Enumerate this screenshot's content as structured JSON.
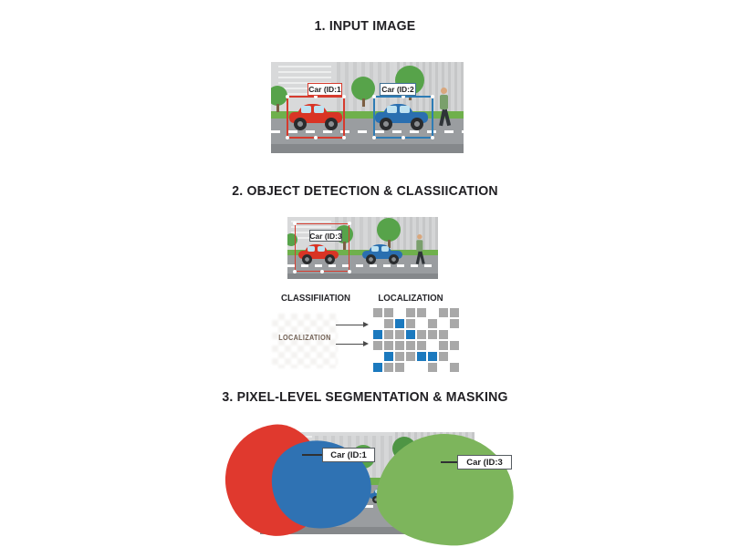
{
  "titles": {
    "step1": "1. INPUT IMAGE",
    "step2": "2. OBJECT DETECTION & CLASSIICATION",
    "step3": "3. PIXEL-LEVEL SEGMENTATION & MASKING"
  },
  "detection": {
    "classification_label": "CLASSIFIIATION",
    "localization_label": "LOCALIZATION",
    "faint_caption": "LOCALIZATION"
  },
  "annotations": {
    "panel1_car1": "Car (ID:1",
    "panel1_car2": "Car (ID:2",
    "panel2_car": "Car (ID:3",
    "panel3_car1": "Car (ID:1",
    "panel3_car3": "Car (ID:3"
  },
  "colors": {
    "box_red": "#d63b2e",
    "box_blue": "#2e7cb5",
    "mask_red": "#e0392e",
    "mask_blue": "#2f72b3",
    "mask_green": "#7db55c",
    "grid_gray": "#a8a8a8",
    "grid_blue": "#1b79be"
  },
  "grid": {
    "columns": 8,
    "rows": [
      [
        1,
        1,
        0,
        1,
        1,
        0,
        1,
        1
      ],
      [
        0,
        1,
        2,
        1,
        0,
        1,
        0,
        1
      ],
      [
        2,
        1,
        1,
        2,
        1,
        1,
        1,
        0
      ],
      [
        1,
        1,
        1,
        1,
        1,
        0,
        1,
        1
      ],
      [
        0,
        2,
        1,
        1,
        2,
        2,
        1,
        0
      ],
      [
        2,
        1,
        1,
        0,
        0,
        1,
        0,
        1
      ]
    ]
  }
}
